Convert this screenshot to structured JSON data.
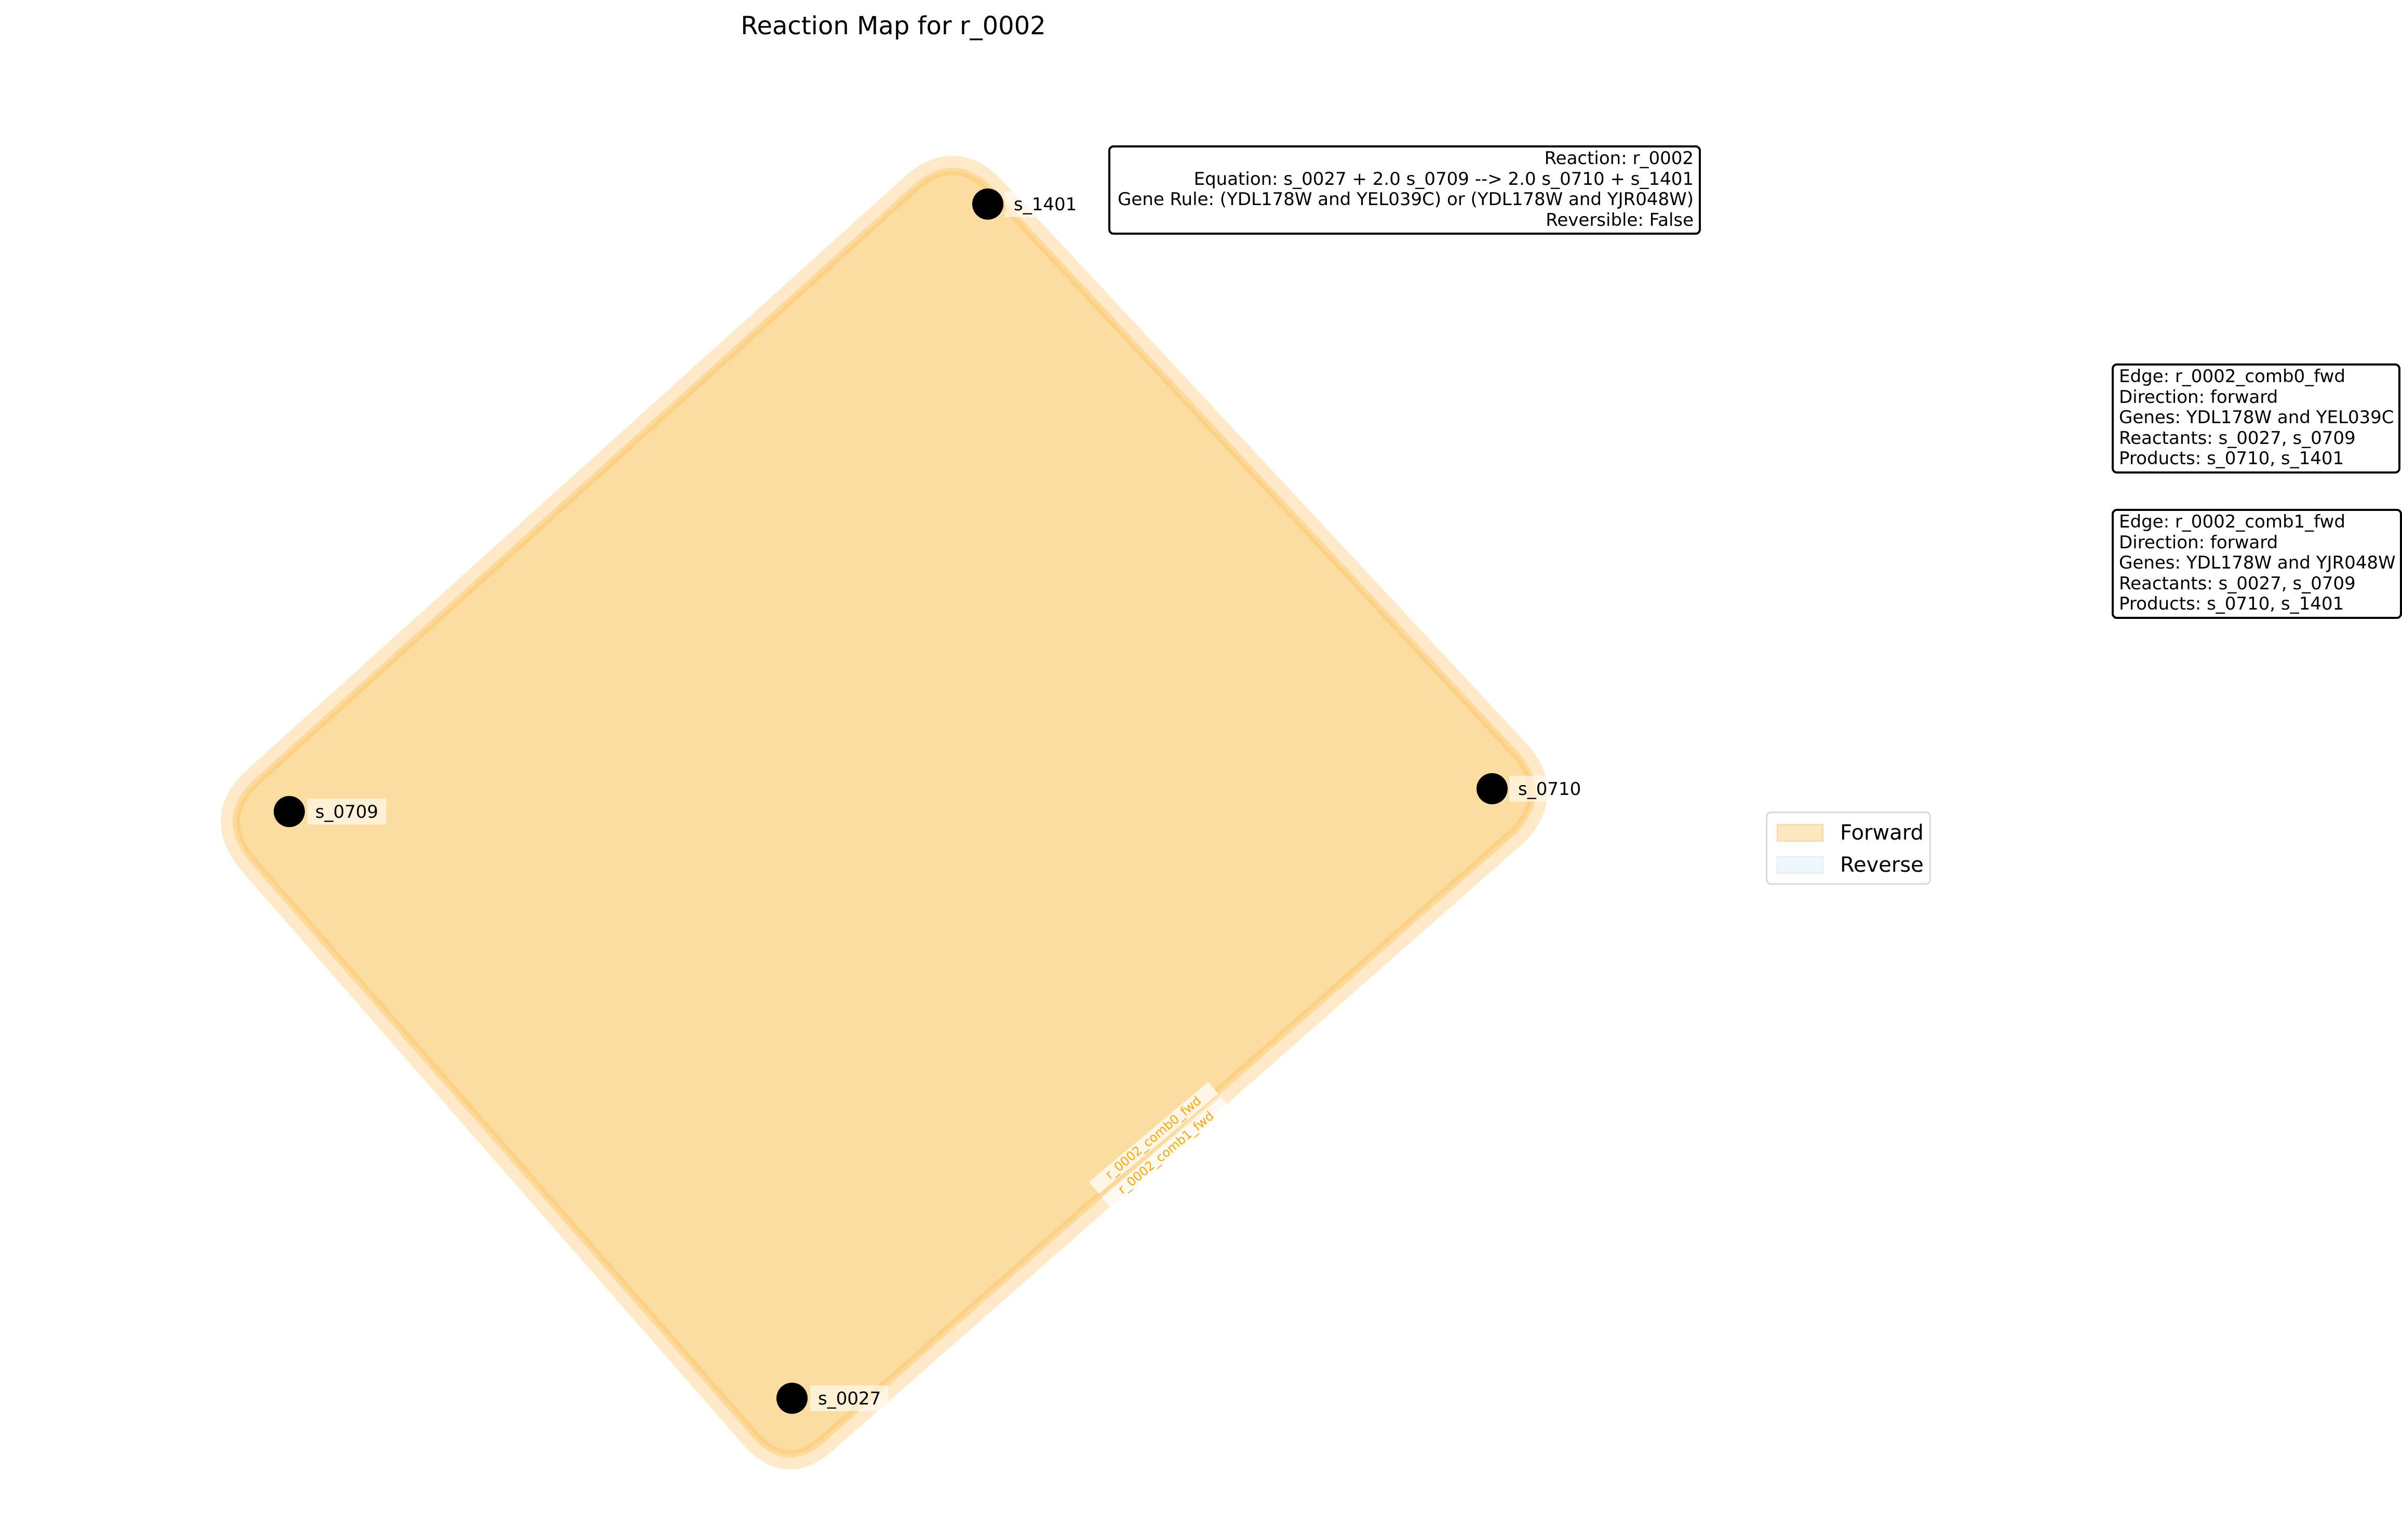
{
  "title": "Reaction Map for r_0002",
  "colors": {
    "forward": "#FDB94A",
    "forward_fill": "#FCDDA1",
    "reverse": "#ADD8E6",
    "node": "#000000",
    "edge_label": "#FFA500"
  },
  "nodes": [
    {
      "id": "s_1401",
      "label": "s_1401"
    },
    {
      "id": "s_0709",
      "label": "s_0709"
    },
    {
      "id": "s_0710",
      "label": "s_0710"
    },
    {
      "id": "s_0027",
      "label": "s_0027"
    }
  ],
  "edge_labels": [
    "r_0002_comb0_fwd",
    "r_0002_comb1_fwd"
  ],
  "reaction_info": {
    "reaction": "Reaction: r_0002",
    "equation": "Equation: s_0027 + 2.0 s_0709 --> 2.0 s_0710 + s_1401",
    "gene_rule": "Gene Rule: (YDL178W and YEL039C) or (YDL178W and YJR048W)",
    "reversible": "Reversible: False"
  },
  "edges": [
    {
      "edge": "Edge: r_0002_comb0_fwd",
      "direction": "Direction: forward",
      "genes": "Genes: YDL178W and YEL039C",
      "reactants": "Reactants: s_0027, s_0709",
      "products": "Products: s_0710, s_1401"
    },
    {
      "edge": "Edge: r_0002_comb1_fwd",
      "direction": "Direction: forward",
      "genes": "Genes: YDL178W and YJR048W",
      "reactants": "Reactants: s_0027, s_0709",
      "products": "Products: s_0710, s_1401"
    }
  ],
  "legend": {
    "forward": "Forward",
    "reverse": "Reverse"
  }
}
